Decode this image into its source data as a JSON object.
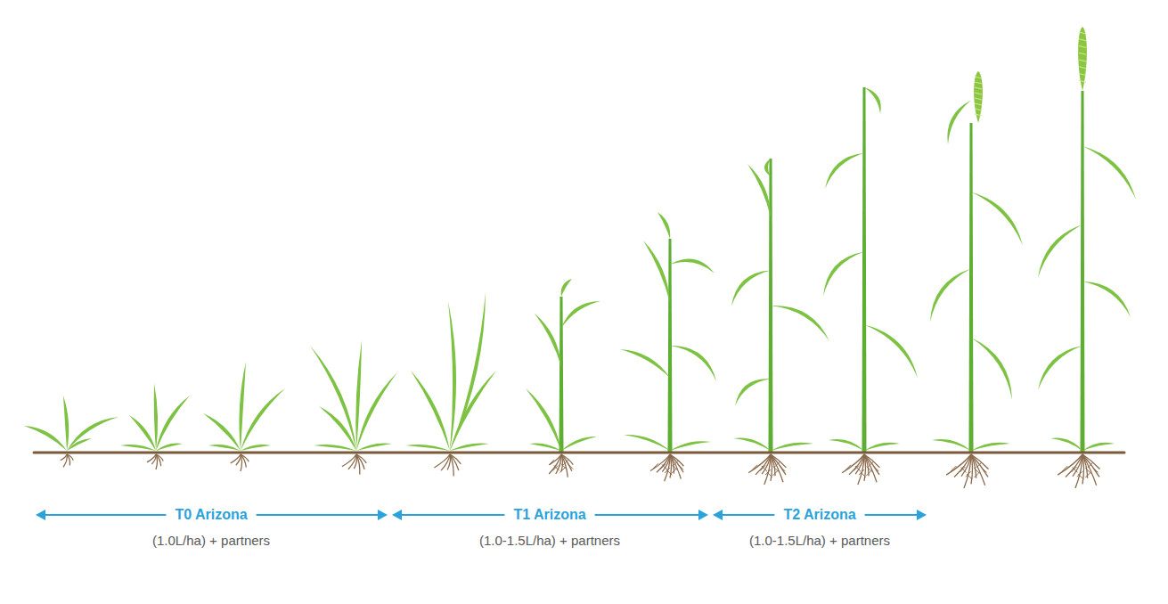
{
  "diagram": {
    "labels": [
      "T0 Arizona",
      "(1.0L/ha) + partners",
      "T1 Arizona",
      "(1.0-1.5L/ha) + partners",
      "T2 Arizona",
      "(1.0-1.5L/ha) + partners"
    ]
  }
}
